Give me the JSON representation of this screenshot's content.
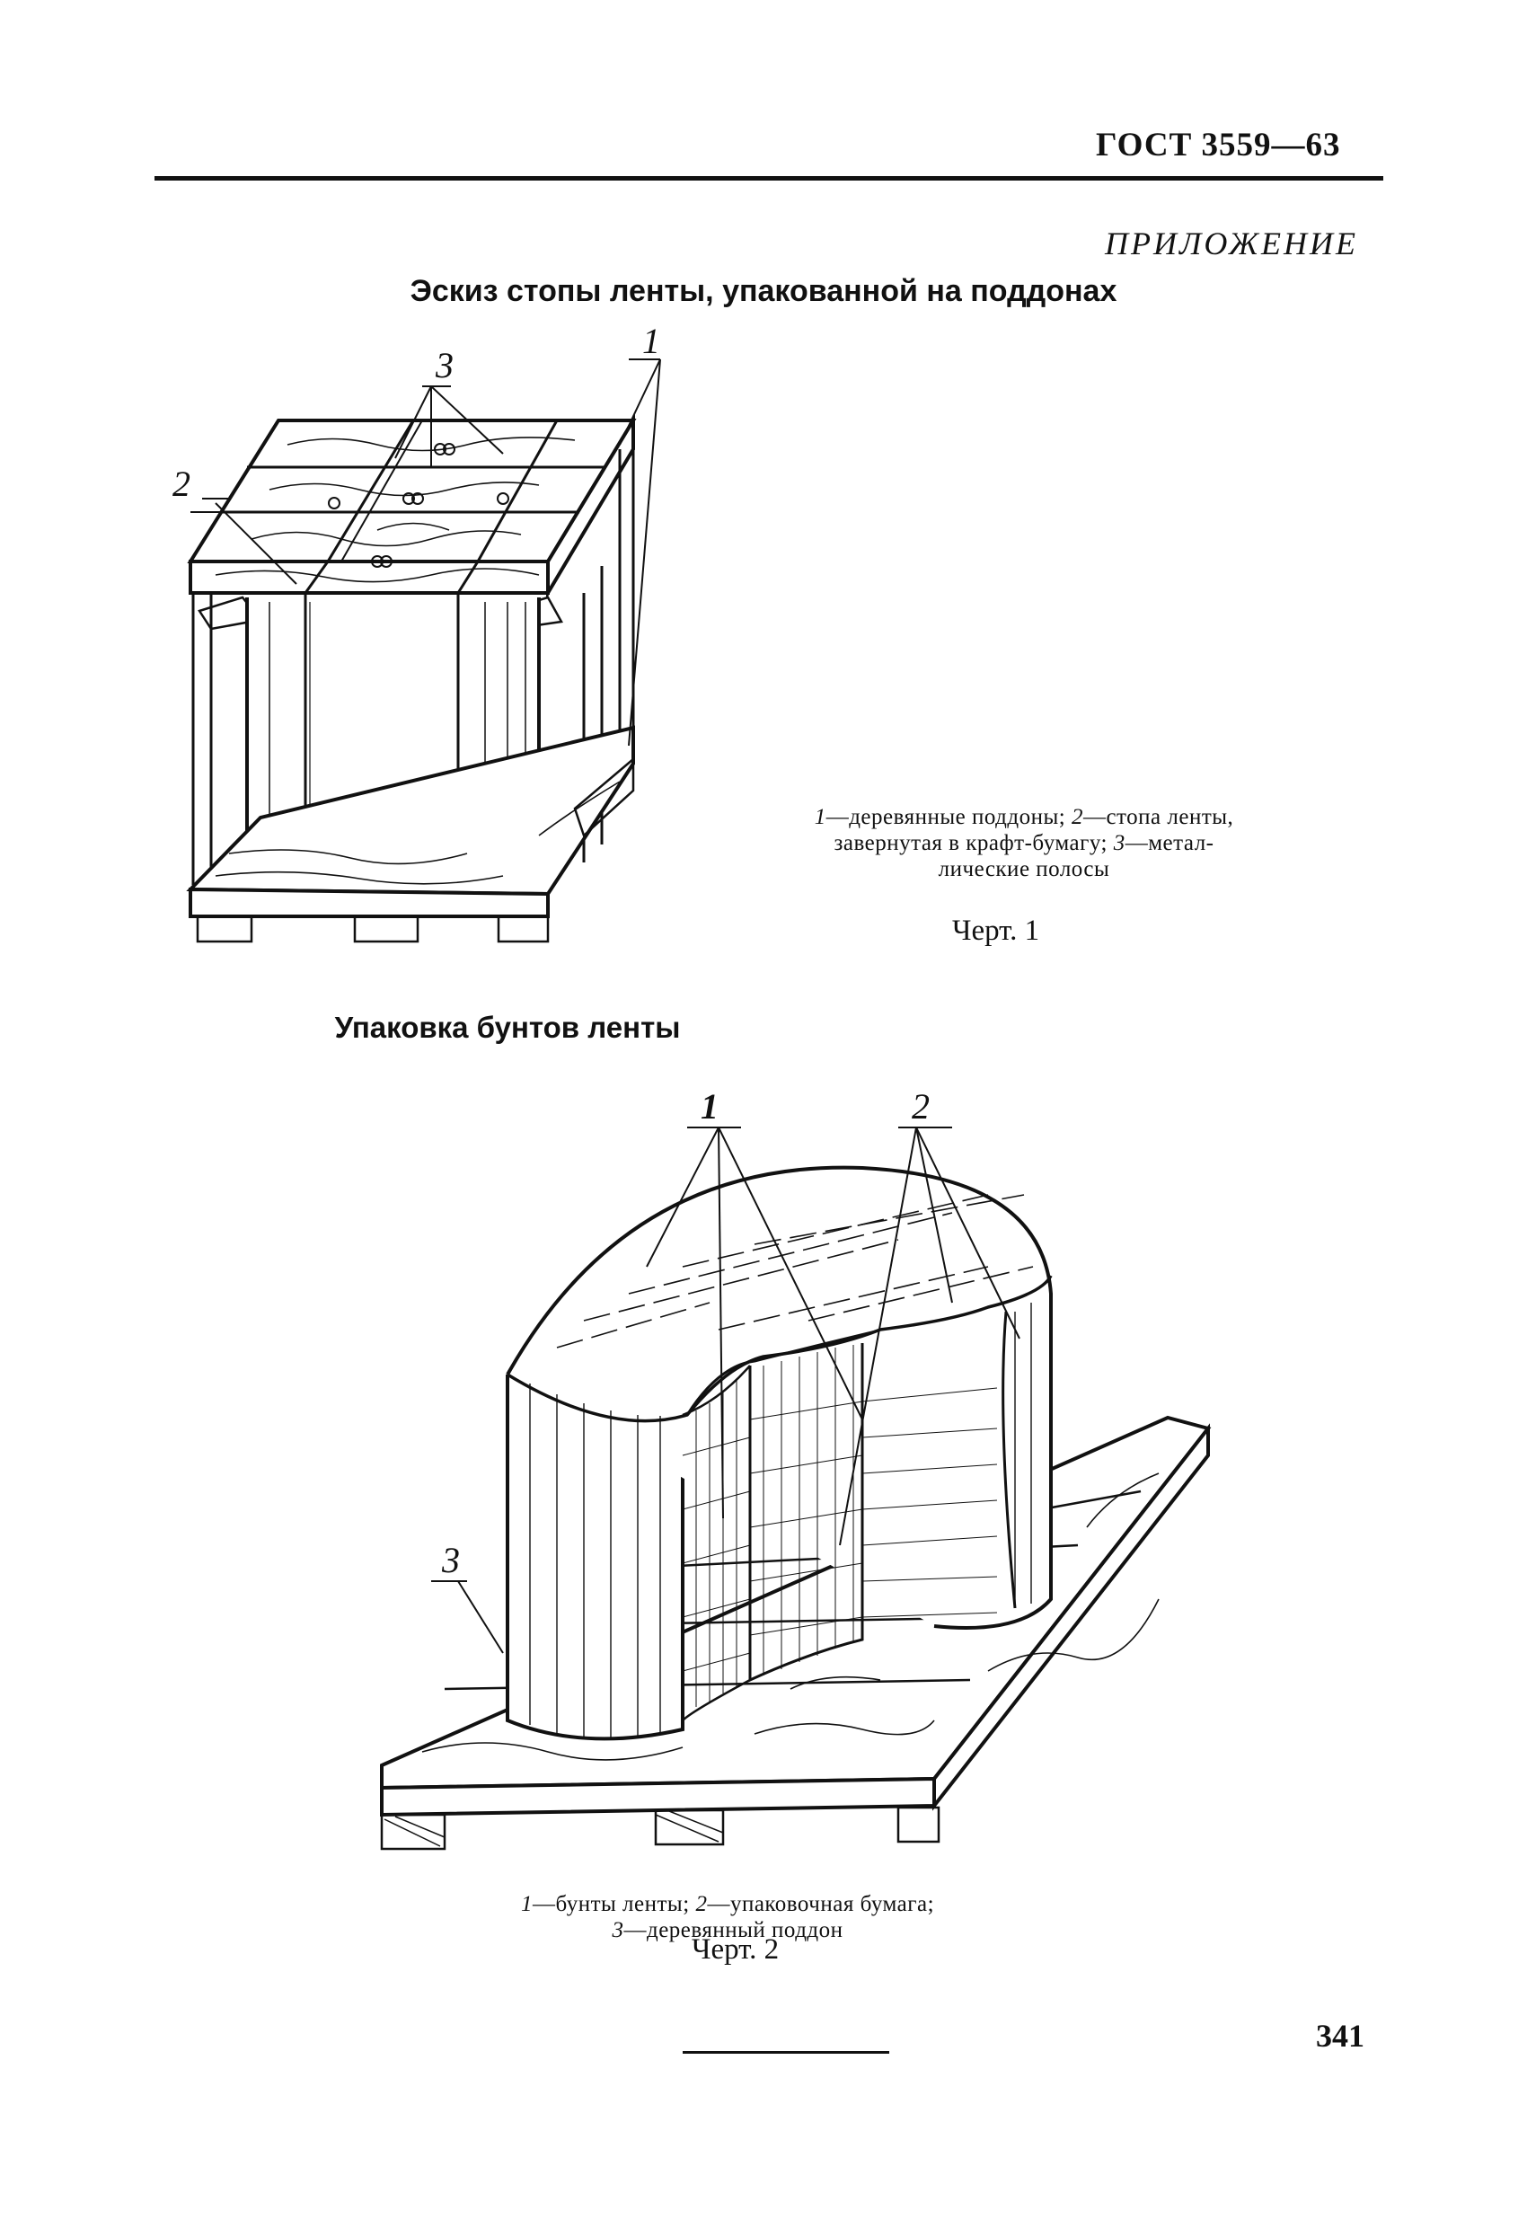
{
  "header": {
    "standard_code": "ГОСТ 3559—63",
    "appendix_label": "ПРИЛОЖЕНИЕ"
  },
  "figure1": {
    "title": "Эскиз стопы ленты, упакованной на поддонах",
    "callouts": [
      "1",
      "2",
      "3"
    ],
    "legend": {
      "l1_num": "1",
      "l1_text": "—деревянные поддоны; ",
      "l2_num": "2",
      "l2_text": "—стопа ленты,",
      "l3_text": "завернутая в крафт-бумагу; ",
      "l3_num": "3",
      "l3_text2": "—метал-",
      "l4_text": "лические полосы"
    },
    "caption": "Черт. 1"
  },
  "figure2": {
    "title": "Упаковка бунтов ленты",
    "callouts": [
      "1",
      "2",
      "3"
    ],
    "legend": {
      "l1_num": "1",
      "l1_text": "—бунты ленты; ",
      "l2_num": "2",
      "l2_text": "—упаковочная бумага;",
      "l3_num": "3",
      "l3_text": "—деревянный поддон"
    },
    "caption": "Черт. 2"
  },
  "page_number": "341"
}
